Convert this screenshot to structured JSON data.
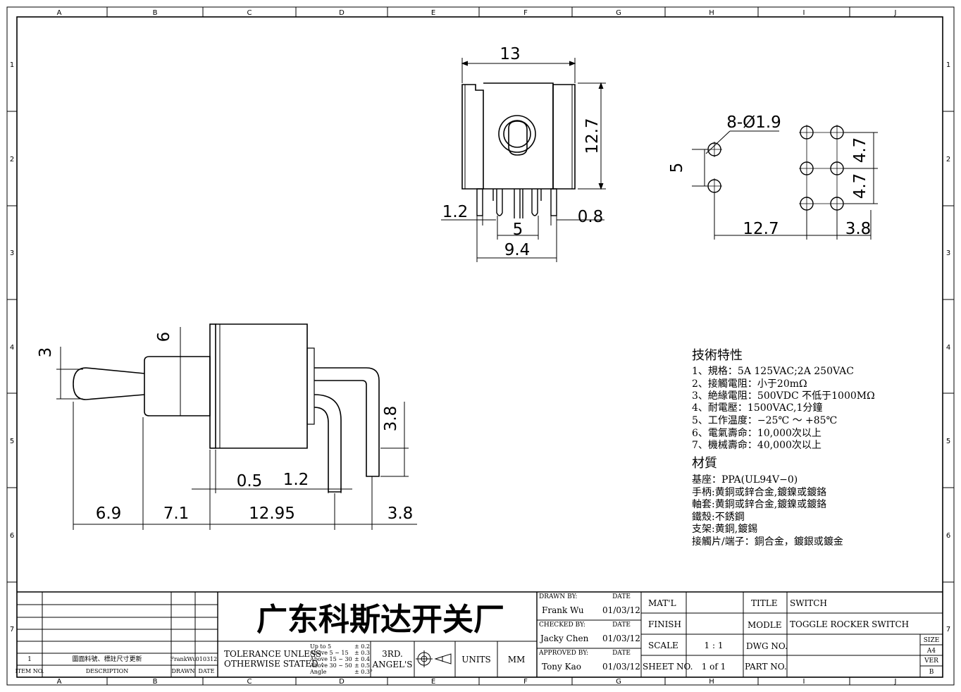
{
  "grid": {
    "columns": [
      "A",
      "B",
      "C",
      "D",
      "E",
      "F",
      "G",
      "H",
      "I",
      "J"
    ],
    "rows": [
      "1",
      "2",
      "3",
      "4",
      "5",
      "6",
      "7"
    ]
  },
  "dimensions": {
    "top_width": "13",
    "top_height": "12.7",
    "pin_w_left": "1.2",
    "pin_w_right": "0.8",
    "pin_pitch": "5",
    "pin_span": "9.4",
    "hole_spec": "8-Ø1.9",
    "hole_v": "5",
    "hole_h_row1": "4.7",
    "hole_h_row2": "4.7",
    "hole_x1": "12.7",
    "hole_x2": "3.8",
    "side_lever_d": "3",
    "side_bushing_d": "6",
    "side_term_h": "3.8",
    "side_flange": "0.5",
    "side_term_w": "1.2",
    "side_lever_l": "6.9",
    "side_bushing_l": "7.1",
    "side_body_l": "12.95",
    "side_term_off": "3.8"
  },
  "specs": {
    "heading": "技術特性",
    "lines": [
      "1、規格：5A 125VAC;2A 250VAC",
      "2、接觸電阻：小于20mΩ",
      "3、絶緣電阻：500VDC 不低于1000MΩ",
      "4、耐電壓：1500VAC,1分鐘",
      "5、工作温度：−25℃ ～ +85℃",
      "6、電氣壽命：10,000次以上",
      "7、機械壽命：40,000次以上"
    ]
  },
  "materials": {
    "heading": "材質",
    "lines": [
      "基座：PPA(UL94V−0)",
      "手柄:黄銅或鋅合金,鍍鎳或鍍鉻",
      "軸套:黄銅或鋅合金,鍍鎳或鍍鉻",
      "鐵殼:不銹鋼",
      "支架:黄銅,鍍錫",
      "接觸片/端子：銅合金，鍍銀或鍍金"
    ]
  },
  "title_block": {
    "company": "广东科斯达开关厂",
    "revision": {
      "item_no": "1",
      "description": "圖面料號、標註尺寸更新",
      "drawn": "FrankWu",
      "date": "010312",
      "header_item": "ITEM NO.",
      "header_desc": "DESCRIPTION",
      "header_drawn": "DRAWN",
      "header_date": "DATE"
    },
    "tolerance_label_1": "TOLERANCE UNLESS",
    "tolerance_label_2": "OTHERWISE STATED :",
    "tolerance_ranges": [
      "Up  to  5",
      "Above 5  ~ 15",
      "Above 15 ~ 30",
      "Above 30 ~ 50",
      "Angle"
    ],
    "tolerance_values": [
      "± 0.2",
      "± 0.3",
      "± 0.4",
      "± 0.5",
      "± 0.3°"
    ],
    "projection_1": "3RD.",
    "projection_2": "ANGEL'S",
    "units_label": "UNITS",
    "units_value": "MM",
    "drawn_by_label": "DRAWN BY:",
    "drawn_by": "Frank Wu",
    "checked_by_label": "CHECKED BY:",
    "checked_by": "Jacky Chen",
    "approved_by_label": "APPROVED BY:",
    "approved_by": "Tony Kao",
    "date_label": "DATE",
    "date_drawn": "01/03/12",
    "date_checked": "01/03/12",
    "date_approved": "01/03/12",
    "matl_label": "MAT'L",
    "finish_label": "FINISH",
    "scale_label": "SCALE",
    "scale_value": "1 : 1",
    "sheet_label": "SHEET NO.",
    "sheet_value": "1 of 1",
    "title_label": "TITLE",
    "title_value": "SWITCH",
    "model_label": "MODLE",
    "model_value": "TOGGLE ROCKER SWITCH",
    "dwg_label": "DWG NO.",
    "part_label": "PART NO.",
    "size_label": "SIZE",
    "size_value": "A4",
    "ver_label": "VER",
    "ver_value": "B"
  }
}
